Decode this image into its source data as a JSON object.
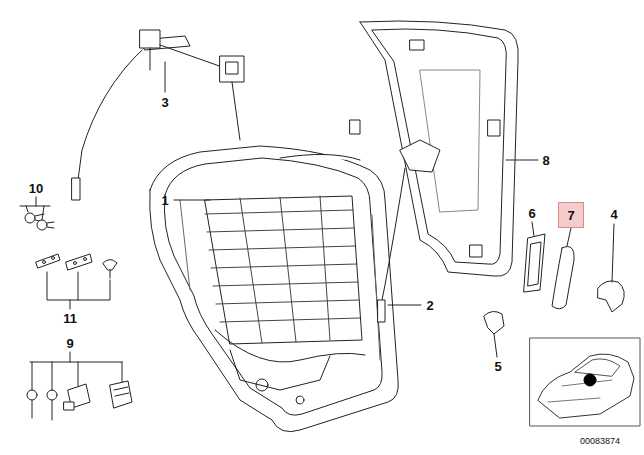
{
  "diagram": {
    "nodes": [
      {
        "text": [
          "7"
        ]
      }
    ],
    "labels": [
      "3",
      "10",
      "1",
      "8",
      "6",
      "4",
      "2",
      "11",
      "5",
      "9",
      "00083874"
    ]
  }
}
